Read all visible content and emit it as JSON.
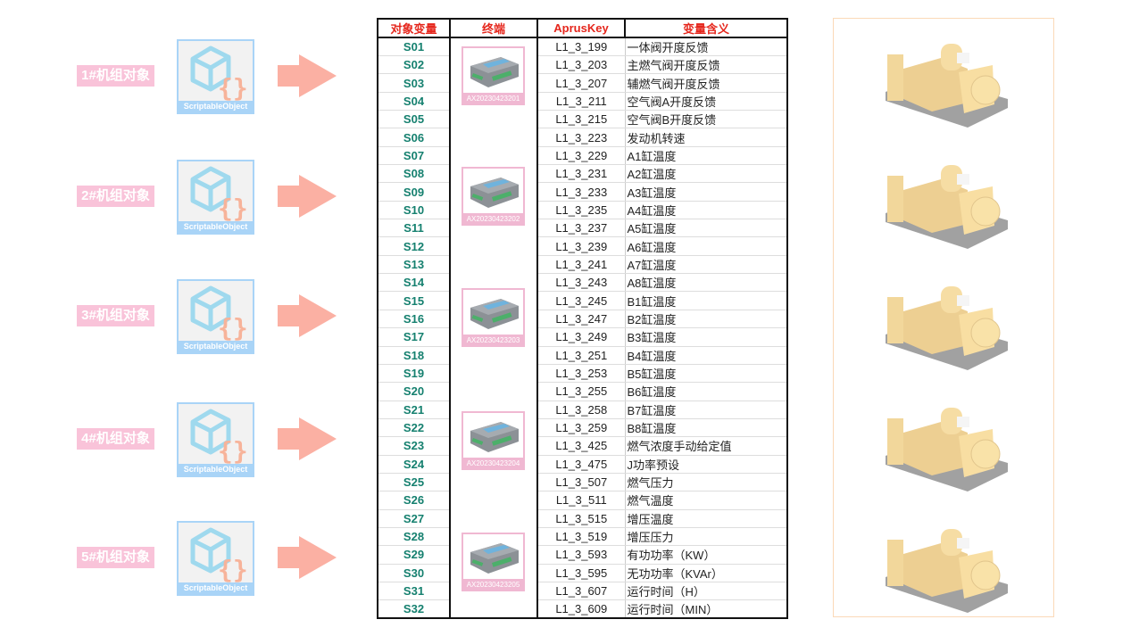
{
  "units": [
    {
      "label": "1#机组对象",
      "so_caption": "ScriptableObject"
    },
    {
      "label": "2#机组对象",
      "so_caption": "ScriptableObject"
    },
    {
      "label": "3#机组对象",
      "so_caption": "ScriptableObject"
    },
    {
      "label": "4#机组对象",
      "so_caption": "ScriptableObject"
    },
    {
      "label": "5#机组对象",
      "so_caption": "ScriptableObject"
    }
  ],
  "table": {
    "headers": [
      "对象变量",
      "终端",
      "AprusKey",
      "变量含义"
    ],
    "terminals": [
      "AX20230423201",
      "AX20230423202",
      "AX20230423203",
      "AX20230423204",
      "AX20230423205"
    ],
    "rows": [
      [
        "S01",
        "L1_3_199",
        "一体阀开度反馈"
      ],
      [
        "S02",
        "L1_3_203",
        "主燃气阀开度反馈"
      ],
      [
        "S03",
        "L1_3_207",
        "辅燃气阀开度反馈"
      ],
      [
        "S04",
        "L1_3_211",
        "空气阀A开度反馈"
      ],
      [
        "S05",
        "L1_3_215",
        "空气阀B开度反馈"
      ],
      [
        "S06",
        "L1_3_223",
        "发动机转速"
      ],
      [
        "S07",
        "L1_3_229",
        "A1缸温度"
      ],
      [
        "S08",
        "L1_3_231",
        "A2缸温度"
      ],
      [
        "S09",
        "L1_3_233",
        "A3缸温度"
      ],
      [
        "S10",
        "L1_3_235",
        "A4缸温度"
      ],
      [
        "S11",
        "L1_3_237",
        "A5缸温度"
      ],
      [
        "S12",
        "L1_3_239",
        "A6缸温度"
      ],
      [
        "S13",
        "L1_3_241",
        "A7缸温度"
      ],
      [
        "S14",
        "L1_3_243",
        "A8缸温度"
      ],
      [
        "S15",
        "L1_3_245",
        "B1缸温度"
      ],
      [
        "S16",
        "L1_3_247",
        "B2缸温度"
      ],
      [
        "S17",
        "L1_3_249",
        "B3缸温度"
      ],
      [
        "S18",
        "L1_3_251",
        "B4缸温度"
      ],
      [
        "S19",
        "L1_3_253",
        "B5缸温度"
      ],
      [
        "S20",
        "L1_3_255",
        "B6缸温度"
      ],
      [
        "S21",
        "L1_3_258",
        "B7缸温度"
      ],
      [
        "S22",
        "L1_3_259",
        "B8缸温度"
      ],
      [
        "S23",
        "L1_3_425",
        "燃气浓度手动给定值"
      ],
      [
        "S24",
        "L1_3_475",
        "J功率预设"
      ],
      [
        "S25",
        "L1_3_507",
        "燃气压力"
      ],
      [
        "S26",
        "L1_3_511",
        "燃气温度"
      ],
      [
        "S27",
        "L1_3_515",
        "增压温度"
      ],
      [
        "S28",
        "L1_3_519",
        "增压压力"
      ],
      [
        "S29",
        "L1_3_593",
        "有功功率（KW）"
      ],
      [
        "S30",
        "L1_3_595",
        "无功功率（KVAr）"
      ],
      [
        "S31",
        "L1_3_607",
        "运行时间（H）"
      ],
      [
        "S32",
        "L1_3_609",
        "运行时间（MIN）"
      ]
    ]
  },
  "colors": {
    "header_text": "#e5261c",
    "var_text": "#15806f",
    "label_bg": "#f9c3d9",
    "arrow": "#fbb0a3"
  }
}
